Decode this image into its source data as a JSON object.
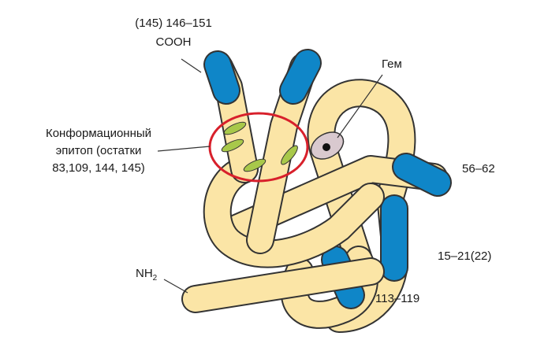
{
  "labels": {
    "c_term_range": "(145) 146–151",
    "c_term": "COOH",
    "heme": "Гем",
    "epitope_line1": "Конформационный",
    "epitope_line2": "эпитоп (остатки",
    "epitope_line3": "83,109, 144, 145)",
    "region_56_62": "56–62",
    "region_15_21": "15–21(22)",
    "n_term_base": "NH",
    "n_term_sub": "2",
    "region_113_119": "113–119"
  },
  "colors": {
    "chain_fill": "#fbe5a6",
    "chain_stroke": "#333333",
    "epitope_region": "#0f86c8",
    "epitope_patch": "#a8c84a",
    "epitope_circle": "#d8202b",
    "heme_fill": "#d9c9cf"
  }
}
